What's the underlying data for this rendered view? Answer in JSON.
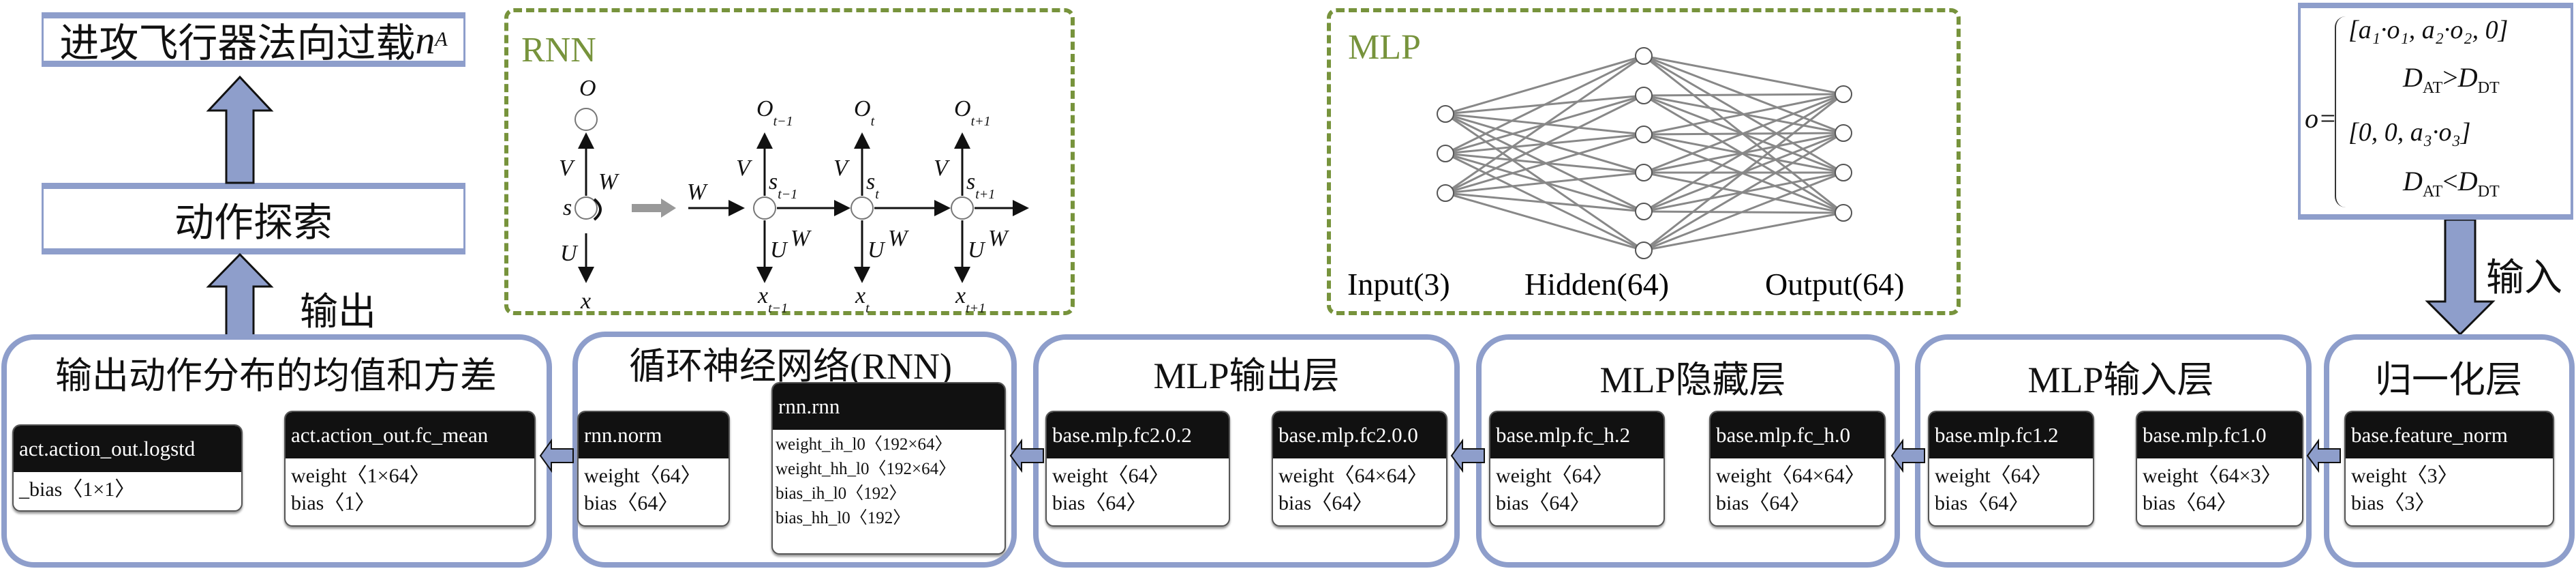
{
  "top_flow": {
    "overload_box": {
      "text": "进攻飞行器法向过载",
      "var": "n",
      "sub": "A"
    },
    "action_explore_box": "动作探索",
    "output_label": "输出",
    "input_label": "输入"
  },
  "rnn_diagram": {
    "title": "RNN",
    "labels": {
      "O": "O",
      "V": "V",
      "W": "W",
      "U": "U",
      "s": "s",
      "x": "x",
      "O_prev": {
        "main": "O",
        "sub": "t−1"
      },
      "O_t": {
        "main": "O",
        "sub": "t"
      },
      "O_next": {
        "main": "O",
        "sub": "t+1"
      },
      "s_prev": {
        "main": "s",
        "sub": "t−1"
      },
      "s_t": {
        "main": "s",
        "sub": "t"
      },
      "s_next": {
        "main": "s",
        "sub": "t+1"
      },
      "x_prev": {
        "main": "x",
        "sub": "t−1"
      },
      "x_t": {
        "main": "x",
        "sub": "t"
      },
      "x_next": {
        "main": "x",
        "sub": "t+1"
      }
    }
  },
  "mlp_diagram": {
    "title": "MLP",
    "input_label": "Input(3)",
    "hidden_label": "Hidden(64)",
    "output_label": "Output(64)"
  },
  "formula": {
    "lhs": "o=",
    "case1": "[a₁·o₁, a₂·o₂, 0]",
    "cond1": {
      "a": "D",
      "a_sub": "AT",
      "op": ">",
      "b": "D",
      "b_sub": "DT"
    },
    "case2": "[0, 0, a₃·o₃]",
    "cond2": {
      "a": "D",
      "a_sub": "AT",
      "op": "<",
      "b": "D",
      "b_sub": "DT"
    }
  },
  "panels": [
    {
      "title": "输出动作分布的均值和方差",
      "cards": [
        {
          "name": "act.action_out.logstd",
          "params": [
            "_bias〈1×1〉"
          ]
        },
        {
          "name": "act.action_out.fc_mean",
          "params": [
            "weight〈1×64〉",
            "bias〈1〉"
          ]
        }
      ]
    },
    {
      "title": "循环神经网络(RNN)",
      "cards": [
        {
          "name": "rnn.norm",
          "params": [
            "weight〈64〉",
            "bias〈64〉"
          ]
        },
        {
          "name": "rnn.rnn",
          "params": [
            "weight_ih_l0〈192×64〉",
            "weight_hh_l0〈192×64〉",
            "bias_ih_l0〈192〉",
            "bias_hh_l0〈192〉"
          ]
        }
      ]
    },
    {
      "title": "MLP输出层",
      "cards": [
        {
          "name": "base.mlp.fc2.0.2",
          "params": [
            "weight〈64〉",
            "bias〈64〉"
          ]
        },
        {
          "name": "base.mlp.fc2.0.0",
          "params": [
            "weight〈64×64〉",
            "bias〈64〉"
          ]
        }
      ]
    },
    {
      "title": "MLP隐藏层",
      "cards": [
        {
          "name": "base.mlp.fc_h.2",
          "params": [
            "weight〈64〉",
            "bias〈64〉"
          ]
        },
        {
          "name": "base.mlp.fc_h.0",
          "params": [
            "weight〈64×64〉",
            "bias〈64〉"
          ]
        }
      ]
    },
    {
      "title": "MLP输入层",
      "cards": [
        {
          "name": "base.mlp.fc1.2",
          "params": [
            "weight〈64〉",
            "bias〈64〉"
          ]
        },
        {
          "name": "base.mlp.fc1.0",
          "params": [
            "weight〈64×3〉",
            "bias〈64〉"
          ]
        }
      ]
    },
    {
      "title": "归一化层",
      "cards": [
        {
          "name": "base.feature_norm",
          "params": [
            "weight〈3〉",
            "bias〈3〉"
          ]
        }
      ]
    }
  ],
  "colors": {
    "arrow_fill": "#8E9ECB",
    "panel_border": "#8E9ECB",
    "dashed_border": "#77933C",
    "card_header": "#111111"
  }
}
